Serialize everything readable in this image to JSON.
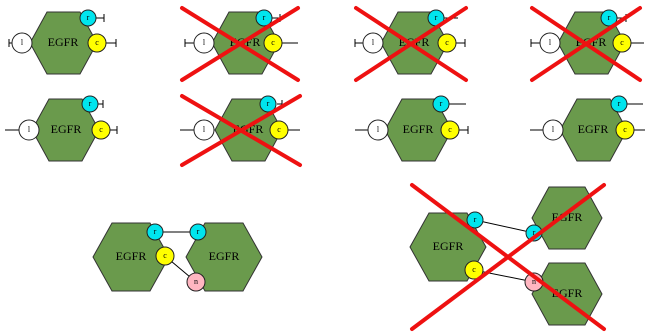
{
  "labels": {
    "protein": "EGFR",
    "r": "r",
    "c": "c",
    "l": "l",
    "n": "n"
  },
  "colors": {
    "hexagon": "#6a9a4c",
    "site_r": "#00e5ee",
    "site_c": "#ffff00",
    "site_l": "#ffffff",
    "site_n": "#ffb6c1",
    "cross": "#ee1111"
  }
}
